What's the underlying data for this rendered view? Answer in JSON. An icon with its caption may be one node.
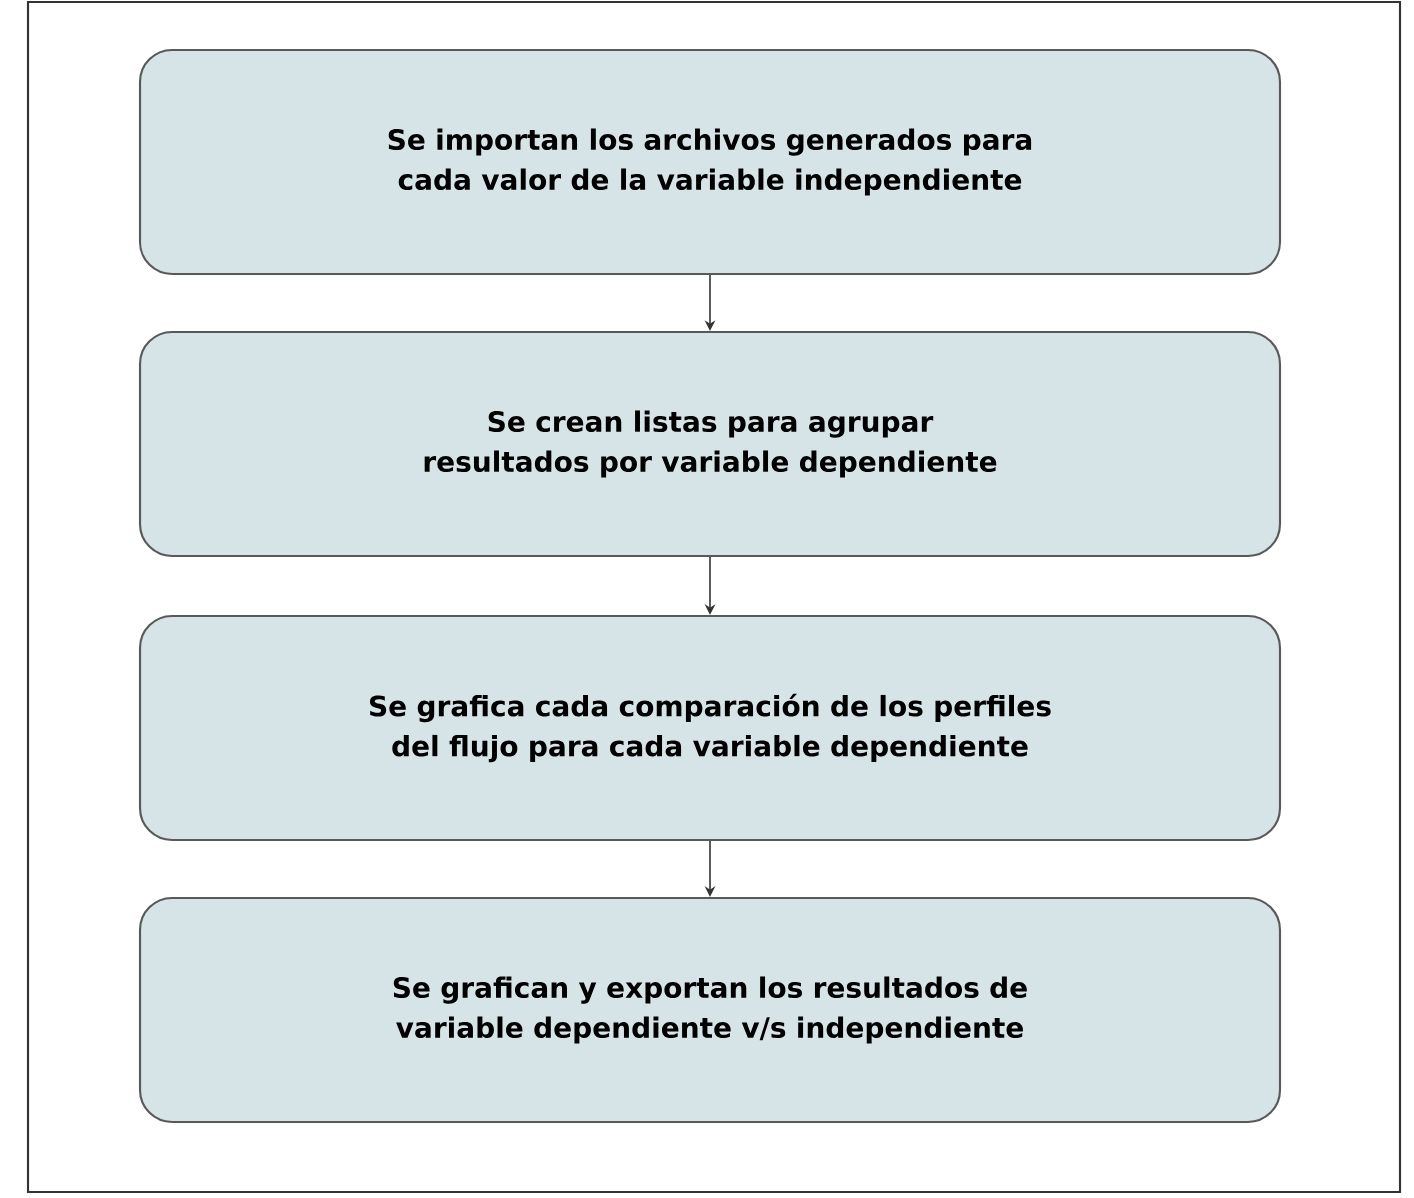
{
  "diagram": {
    "nodes": [
      {
        "text": [
          "Se importan los archivos generados para cada valor de la variable independiente"
        ]
      },
      {
        "text": [
          "Se crean listas para agrupar resultados por variable dependiente"
        ]
      },
      {
        "text": [
          "Se grafica cada comparación de los perfiles del flujo para cada variable dependiente"
        ]
      },
      {
        "text": [
          "Se grafican y exportan los resultados de variable dependiente v/s independiente"
        ]
      }
    ],
    "edges": [
      {
        "from": 0,
        "to": 1,
        "arrow": "to"
      },
      {
        "from": 1,
        "to": 2,
        "arrow": "to"
      },
      {
        "from": 2,
        "to": 3,
        "arrow": "to"
      }
    ]
  }
}
